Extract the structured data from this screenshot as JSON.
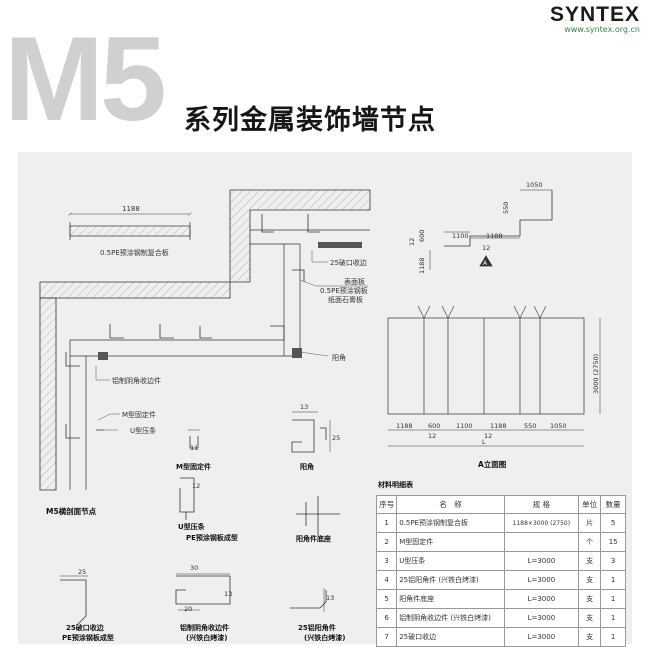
{
  "brand": {
    "logo": "SYNTEX",
    "url": "www.syntex.org.cn"
  },
  "header": {
    "big_letters": "M5",
    "title": "系列金属装饰墙节点"
  },
  "labels": {
    "dim_1188_top": "1188",
    "panel_name": "0.5PE预涂钢制复合板",
    "edge_25": "25破口收边",
    "layers_1": "表面板",
    "layers_2": "0.5PE预涂钢板",
    "layers_3": "纸面石膏板",
    "yangjiao": "阳角",
    "lv_yin": "铝制阴角收边件",
    "m_fix": "M型固定件",
    "u_strip": "U型压条",
    "cap_section": "M5横剖面节点",
    "cap_m": "M型固定件",
    "cap_yang": "阳角",
    "cap_u_1": "U型压条",
    "cap_u_2": "PE预涂钢板成型",
    "cap_base": "阳角件底座",
    "cap_25_1": "25破口收边",
    "cap_25_2": "PE预涂钢板成型",
    "cap_lv_1": "铝制阴角收边件",
    "cap_lv_2": "(兴铁白烤漆)",
    "cap_al_1": "25铝阳角件",
    "cap_al_2": "(兴铁白烤漆)",
    "cap_elev": "A立面图",
    "dim_11": "11",
    "dim_13a": "13",
    "dim_25a": "25",
    "dim_12a": "12",
    "dim_25b": "25",
    "dim_30": "30",
    "dim_13b": "13",
    "dim_20": "20",
    "dim_13c": "13",
    "plan_1050": "1050",
    "plan_550": "550",
    "plan_600": "600",
    "plan_12a": "12",
    "plan_1100": "1100",
    "plan_1188a": "1188",
    "plan_12b": "12",
    "plan_1188b": "1188",
    "plan_a": "A",
    "elev_height": "3000 (2750)",
    "elev_bottom": [
      "1188",
      "600",
      "1100",
      "1188",
      "550",
      "1050"
    ],
    "elev_12a": "12",
    "elev_12b": "12",
    "elev_L": "L"
  },
  "bom": {
    "title": "材料明细表",
    "headers": [
      "序号",
      "名　称",
      "规 格",
      "单位",
      "数量"
    ],
    "rows": [
      [
        "1",
        "0.5PE预涂钢制复合板",
        "1188×3000 (2750)",
        "片",
        "5"
      ],
      [
        "2",
        "M型固定件",
        "",
        "个",
        "15"
      ],
      [
        "3",
        "U型压条",
        "L=3000",
        "支",
        "3"
      ],
      [
        "4",
        "25铝阳角件 (兴铁白烤漆)",
        "L=3000",
        "支",
        "1"
      ],
      [
        "5",
        "阳角件底座",
        "L=3000",
        "支",
        "1"
      ],
      [
        "6",
        "铝制阴角收边件 (兴铁白烤漆)",
        "L=3000",
        "支",
        "1"
      ],
      [
        "7",
        "25破口收边",
        "L=3000",
        "支",
        "1"
      ]
    ]
  }
}
